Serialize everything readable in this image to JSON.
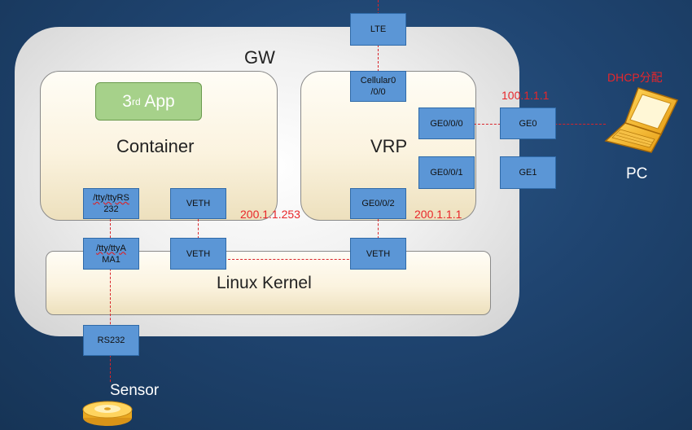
{
  "gateway": {
    "label": "GW"
  },
  "app": {
    "label_main": "3",
    "label_sup": "rd",
    "label_rest": " App"
  },
  "container": {
    "label": "Container"
  },
  "vrp": {
    "label": "VRP"
  },
  "kernel": {
    "label": "Linux Kernel"
  },
  "ports": {
    "lte": "LTE",
    "cellular_line1": "Cellular0",
    "cellular_line2": "/0/0",
    "ge000": "GE0/0/0",
    "ge001": "GE0/0/1",
    "ge002": "GE0/0/2",
    "ge0": "GE0",
    "ge1": "GE1",
    "tty_rs_line1": "/tty/ttyRS",
    "tty_rs_line2": "232",
    "tty_ama_line1": "/tty/ttyA",
    "tty_ama_line2": "MA1",
    "veth_container": "VETH",
    "veth_kernel_left": "VETH",
    "veth_kernel_right": "VETH",
    "rs232": "RS232"
  },
  "ips": {
    "ip_pc_side": "100.1.1.1",
    "ip_container": "200.1.1.253",
    "ip_vrp": "200.1.1.1"
  },
  "pc": {
    "label": "PC",
    "dhcp": "DHCP分配"
  },
  "sensor": {
    "label": "Sensor"
  },
  "colors": {
    "port_fill": "#5b96d6",
    "app_fill": "#a6d18a",
    "link_line": "#d9242a",
    "ip_text": "#e8262a"
  }
}
